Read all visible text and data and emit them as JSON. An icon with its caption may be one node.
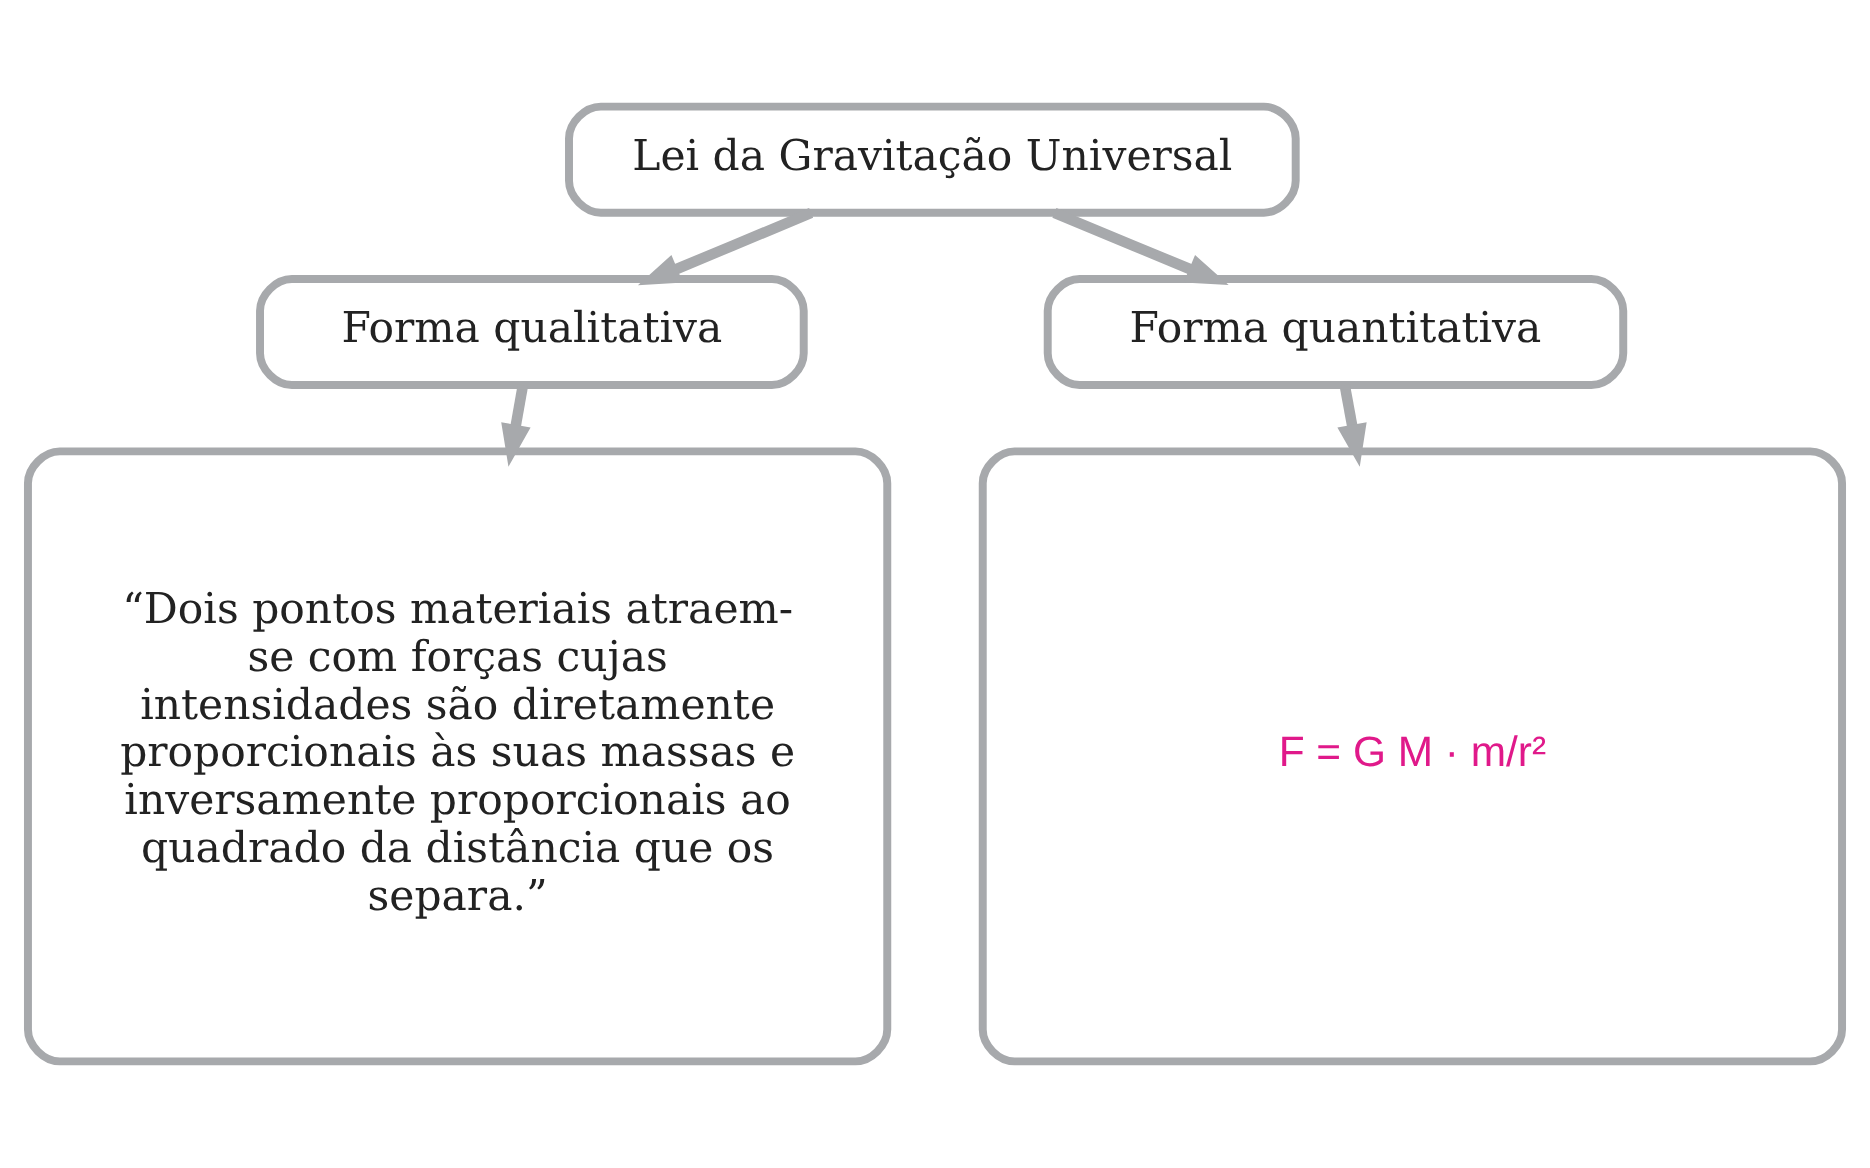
{
  "diagram": {
    "nodes": [
      {
        "text": [
          "Lei da Gravitação Universal"
        ]
      },
      {
        "text": [
          "Forma qualitativa"
        ]
      },
      {
        "text": [
          "Forma quantitativa"
        ]
      },
      {
        "text": [
          "“Dois pontos materiais atraem-se com forças cujas intensidades são diretamente proporcionais às suas massas e inversamente proporcionais ao quadrado da distância que os separa.”"
        ]
      },
      {
        "text": [
          "F = G M · m/r²"
        ]
      }
    ],
    "edges": [
      {
        "from": 0,
        "to": 1,
        "arrow": "to"
      },
      {
        "from": 0,
        "to": 2,
        "arrow": "to"
      },
      {
        "from": 1,
        "to": 3,
        "arrow": "to"
      },
      {
        "from": 2,
        "to": 4,
        "arrow": "to"
      }
    ]
  }
}
